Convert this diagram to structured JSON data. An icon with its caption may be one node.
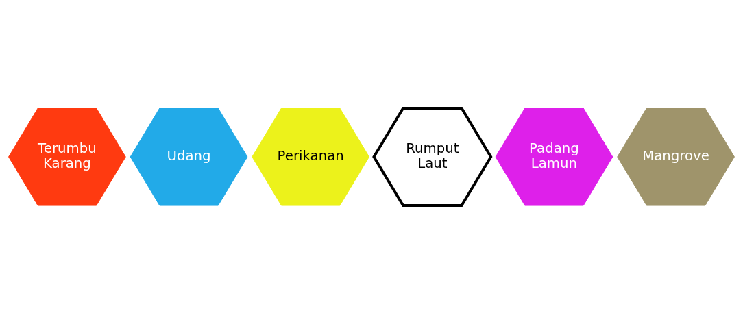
{
  "diagram": {
    "nodes": [
      {
        "text": [
          "Terumbu Karang"
        ]
      },
      {
        "text": [
          "Udang"
        ]
      },
      {
        "text": [
          "Perikanan"
        ]
      },
      {
        "text": [
          "Rumput Laut"
        ]
      },
      {
        "text": [
          "Padang Lamun"
        ]
      },
      {
        "text": [
          "Mangrove"
        ]
      }
    ],
    "edges": []
  }
}
